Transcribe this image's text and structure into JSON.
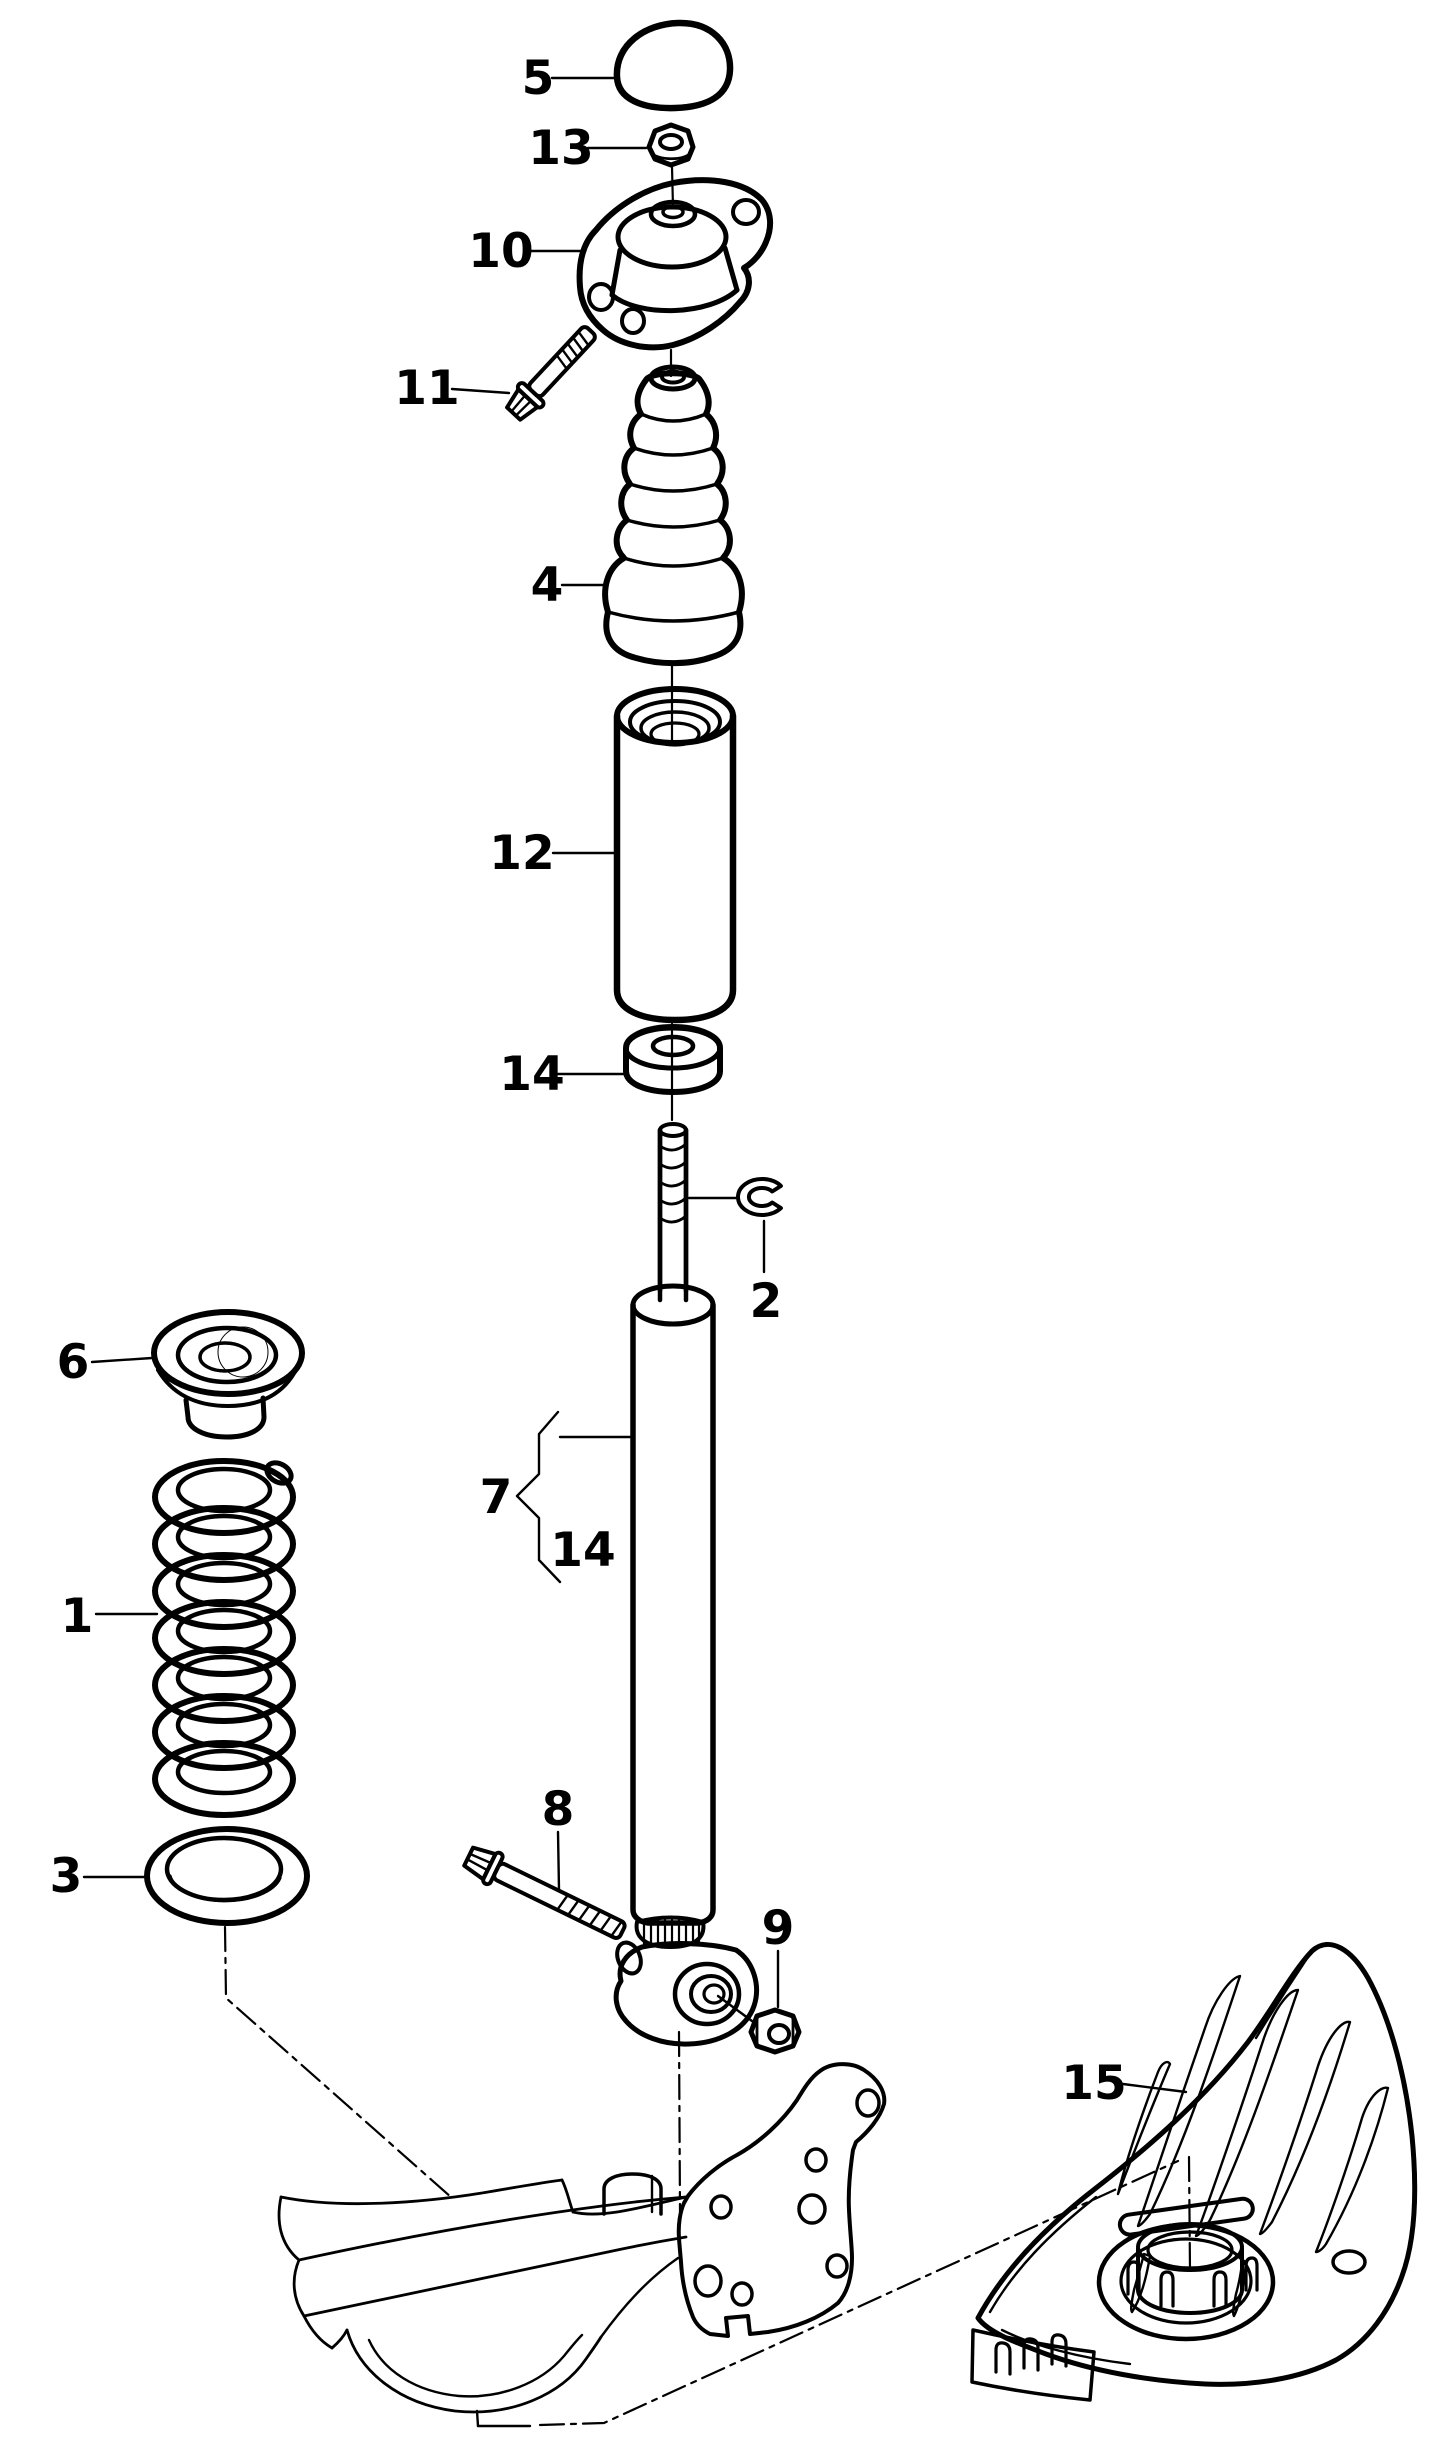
{
  "diagram": {
    "background_color": "#ffffff",
    "line_color": "#000000",
    "highlight_color": "#d01226",
    "callouts": [
      "5",
      "13",
      "10",
      "11",
      "4",
      "12",
      "14",
      "2",
      "6",
      "1",
      "3",
      "7",
      "14",
      "8",
      "9",
      "15"
    ]
  }
}
